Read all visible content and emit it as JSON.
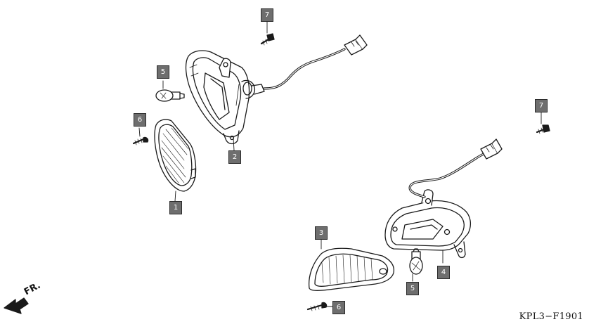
{
  "diagram": {
    "code": "KPL3−F1901",
    "direction_label": "FR.",
    "parts": [
      {
        "number": "1",
        "name": "lens"
      },
      {
        "number": "2",
        "name": "housing-left"
      },
      {
        "number": "3",
        "name": "lens-right"
      },
      {
        "number": "4",
        "name": "housing-right"
      },
      {
        "number": "5",
        "name": "bulb-left"
      },
      {
        "number": "5",
        "name": "bulb-right"
      },
      {
        "number": "6",
        "name": "screw-left"
      },
      {
        "number": "6",
        "name": "screw-right"
      },
      {
        "number": "7",
        "name": "bolt-top"
      },
      {
        "number": "7",
        "name": "bolt-right"
      }
    ]
  },
  "colors": {
    "line": "#1a1a1a",
    "callout_bg": "#6e6e6e",
    "callout_text": "#ffffff"
  }
}
